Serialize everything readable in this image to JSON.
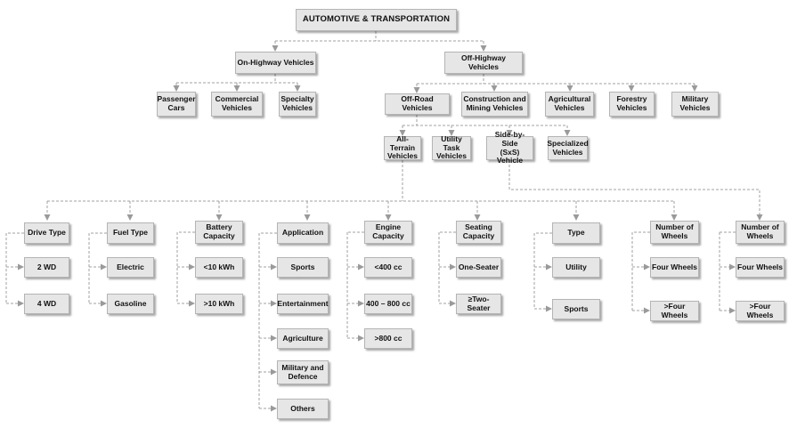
{
  "root": "AUTOMOTIVE & TRANSPORTATION",
  "level1": {
    "on_highway": "On-Highway Vehicles",
    "off_highway": "Off-Highway Vehicles"
  },
  "on_highway_children": {
    "passenger": "Passenger\nCars",
    "commercial": "Commercial\nVehicles",
    "specialty": "Specialty\nVehicles"
  },
  "off_highway_children": {
    "off_road": "Off-Road Vehicles",
    "construction": "Construction and\nMining Vehicles",
    "agricultural": "Agricultural\nVehicles",
    "forestry": "Forestry\nVehicles",
    "military": "Military\nVehicles"
  },
  "off_road_children": {
    "atv": "All-Terrain\nVehicles",
    "utv": "Utility Task\nVehicles",
    "sxs": "Side-by-Side\n(SxS) Vehicle",
    "specialized": "Specialized\nVehicles"
  },
  "segments": {
    "drive_type": {
      "title": "Drive Type",
      "items": [
        "2 WD",
        "4 WD"
      ]
    },
    "fuel_type": {
      "title": "Fuel Type",
      "items": [
        "Electric",
        "Gasoline"
      ]
    },
    "battery": {
      "title": "Battery\nCapacity",
      "items": [
        "<10 kWh",
        ">10 kWh"
      ]
    },
    "application": {
      "title": "Application",
      "items": [
        "Sports",
        "Entertainment",
        "Agriculture",
        "Military and\nDefence",
        "Others"
      ]
    },
    "engine": {
      "title": "Engine\nCapacity",
      "items": [
        "<400 cc",
        "400 – 800 cc",
        ">800 cc"
      ]
    },
    "seating": {
      "title": "Seating\nCapacity",
      "items": [
        "One-Seater",
        "≥Two-Seater"
      ]
    },
    "type": {
      "title": "Type",
      "items": [
        "Utility",
        "Sports"
      ]
    },
    "wheels_atv": {
      "title": "Number of\nWheels",
      "items": [
        "Four Wheels",
        ">Four Wheels"
      ]
    },
    "wheels_sxs": {
      "title": "Number of\nWheels",
      "items": [
        "Four Wheels",
        ">Four Wheels"
      ]
    }
  }
}
